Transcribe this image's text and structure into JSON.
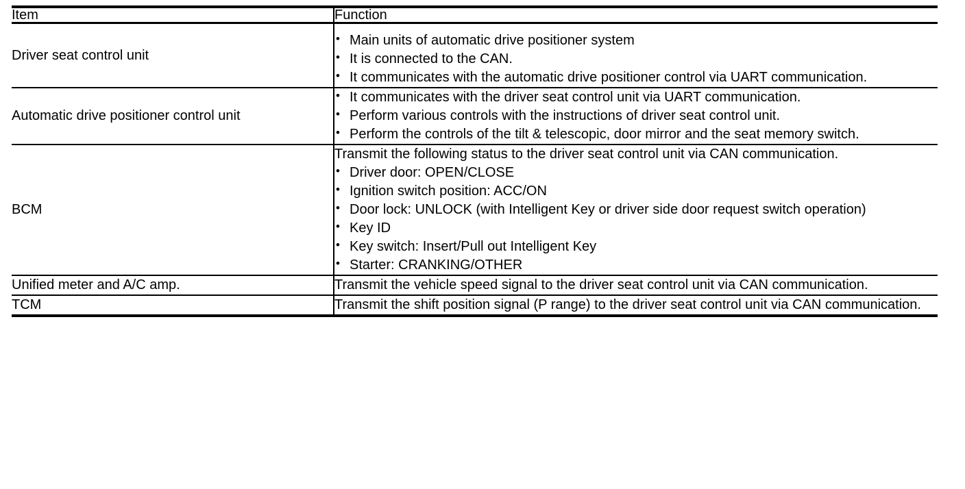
{
  "table": {
    "headers": {
      "item": "Item",
      "function": "Function"
    },
    "rows": [
      {
        "item": "Driver seat control unit",
        "lead": "",
        "bullets": [
          "Main units of automatic drive positioner system",
          "It is connected to the CAN.",
          "It communicates with the automatic drive positioner control via UART communication."
        ]
      },
      {
        "item": "Automatic drive positioner control unit",
        "lead": "",
        "bullets": [
          "It communicates with the driver seat control unit via UART communication.",
          "Perform various controls with the instructions of driver seat control unit.",
          "Perform the controls of the tilt & telescopic, door mirror and the seat memory switch."
        ]
      },
      {
        "item": "BCM",
        "lead": "Transmit the following status to the driver seat control unit via CAN communication.",
        "bullets": [
          "Driver door: OPEN/CLOSE",
          "Ignition switch position: ACC/ON",
          "Door lock: UNLOCK (with Intelligent Key or driver side door request switch operation)",
          "Key ID",
          "Key switch: Insert/Pull out Intelligent Key",
          "Starter: CRANKING/OTHER"
        ]
      },
      {
        "item": "Unified meter and A/C amp.",
        "lead": "Transmit the vehicle speed signal to the driver seat control unit via CAN communication.",
        "bullets": []
      },
      {
        "item": "TCM",
        "lead": "Transmit the shift position signal (P range) to the driver seat control unit via CAN communication.",
        "bullets": []
      }
    ]
  },
  "colors": {
    "background": "#ffffff",
    "text": "#000000",
    "rule": "#000000"
  }
}
